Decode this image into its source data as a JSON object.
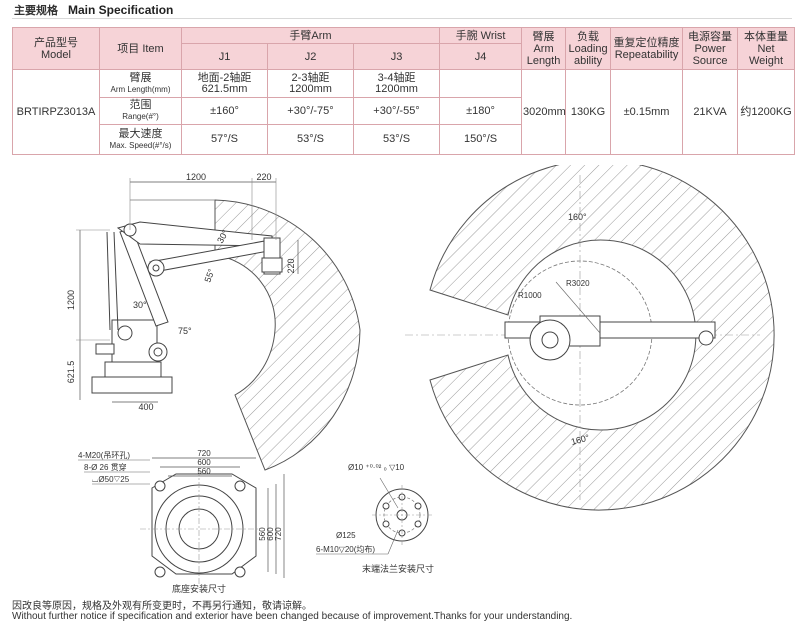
{
  "header": {
    "title_cn": "主要规格",
    "title_en": "Main Specification"
  },
  "table": {
    "model_cn": "产品型号",
    "model_en": "Model",
    "item": "项目 Item",
    "arm_group": "手臂Arm",
    "wrist_group": "手腕 Wrist",
    "j1": "J1",
    "j2": "J2",
    "j3": "J3",
    "j4": "J4",
    "reach_cn": "臂展",
    "reach_en1": "Arm",
    "reach_en2": "Length",
    "load_cn": "负载",
    "load_en1": "Loading",
    "load_en2": "ability",
    "repeat_cn": "重复定位精度",
    "repeat_en": "Repeatability",
    "power_cn": "电源容量",
    "power_en1": "Power",
    "power_en2": "Source",
    "weight_cn": "本体重量",
    "weight_en": "Net Weight",
    "model": "BRTIRPZ3013A",
    "row1_cn": "臂展",
    "row1_en": "Arm Length(mm)",
    "row1_j1a": "地面-2轴距",
    "row1_j1b": "621.5mm",
    "row1_j2a": "2-3轴距",
    "row1_j2b": "1200mm",
    "row1_j3a": "3-4轴距",
    "row1_j3b": "1200mm",
    "row1_j4": "",
    "row2_cn": "范围",
    "row2_en": "Range(#°)",
    "row2_j1": "±160°",
    "row2_j2": "+30°/-75°",
    "row2_j3": "+30°/-55°",
    "row2_j4": "±180°",
    "row3_cn": "最大速度",
    "row3_en": "Max. Speed(#°/s)",
    "row3_j1": "57°/S",
    "row3_j2": "53°/S",
    "row3_j3": "53°/S",
    "row3_j4": "150°/S",
    "reach_value": "3020mm",
    "load_value": "130KG",
    "repeat_value": "±0.15mm",
    "power_value": "21KVA",
    "weight_value": "约1200KG"
  },
  "side_view": {
    "dim_1200_top": "1200",
    "dim_220_top": "220",
    "dim_1200_left": "1200",
    "dim_621": "621.5",
    "dim_400": "400",
    "dim_220_right": "220",
    "angle_30a": "30°",
    "angle_55": "55°",
    "angle_30b": "30°",
    "angle_75": "75°"
  },
  "top_view": {
    "angle_top": "160°",
    "angle_bottom": "160°",
    "r_inner": "R1000",
    "r_outer": "R3020"
  },
  "base_view": {
    "note1": "4-M20(吊环孔)",
    "note2": "8-Ø 26 贯穿",
    "note3": "⌴Ø50▽25",
    "dim_720": "720",
    "dim_600": "600",
    "dim_560": "560",
    "dim_v560": "560",
    "dim_v600": "600",
    "dim_v720": "720",
    "caption": "底座安装尺寸"
  },
  "flange_view": {
    "bore": "Ø10 ⁺⁰·⁰² ₀ ▽10",
    "pcd": "Ø125",
    "holes": "6-M10▽20(均布)",
    "caption": "末端法兰安装尺寸"
  },
  "footer": {
    "cn": "因改良等原因，规格及外观有所变更时，不再另行通知，敬请谅解。",
    "en": "Without further notice if specification and exterior have been changed because of improvement.Thanks for your understanding."
  }
}
